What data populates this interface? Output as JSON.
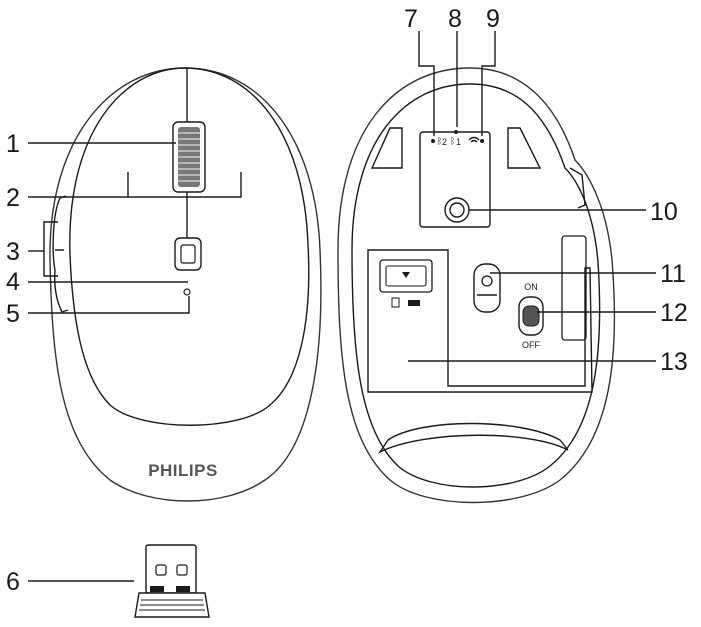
{
  "brand": "PHILIPS",
  "switch": {
    "on_label": "ON",
    "off_label": "OFF"
  },
  "channels": {
    "ch2": "2",
    "ch1": "1"
  },
  "callouts": [
    "1",
    "2",
    "3",
    "4",
    "5",
    "6",
    "7",
    "8",
    "9",
    "10",
    "11",
    "12",
    "13"
  ],
  "colors": {
    "line": "#1a1a1a",
    "brand_text": "#555555"
  },
  "icons": [
    "bluetooth-icon",
    "wifi-icon",
    "battery-icon",
    "arrow-down-icon"
  ]
}
